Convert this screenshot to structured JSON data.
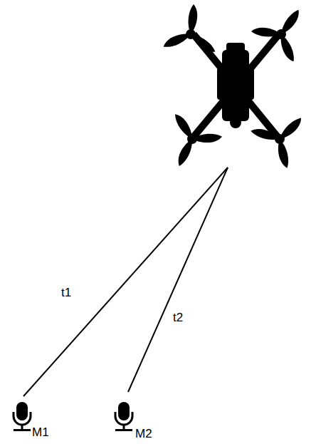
{
  "diagram": {
    "labels": [
      "t1",
      "t2",
      "M1",
      "M2"
    ]
  }
}
